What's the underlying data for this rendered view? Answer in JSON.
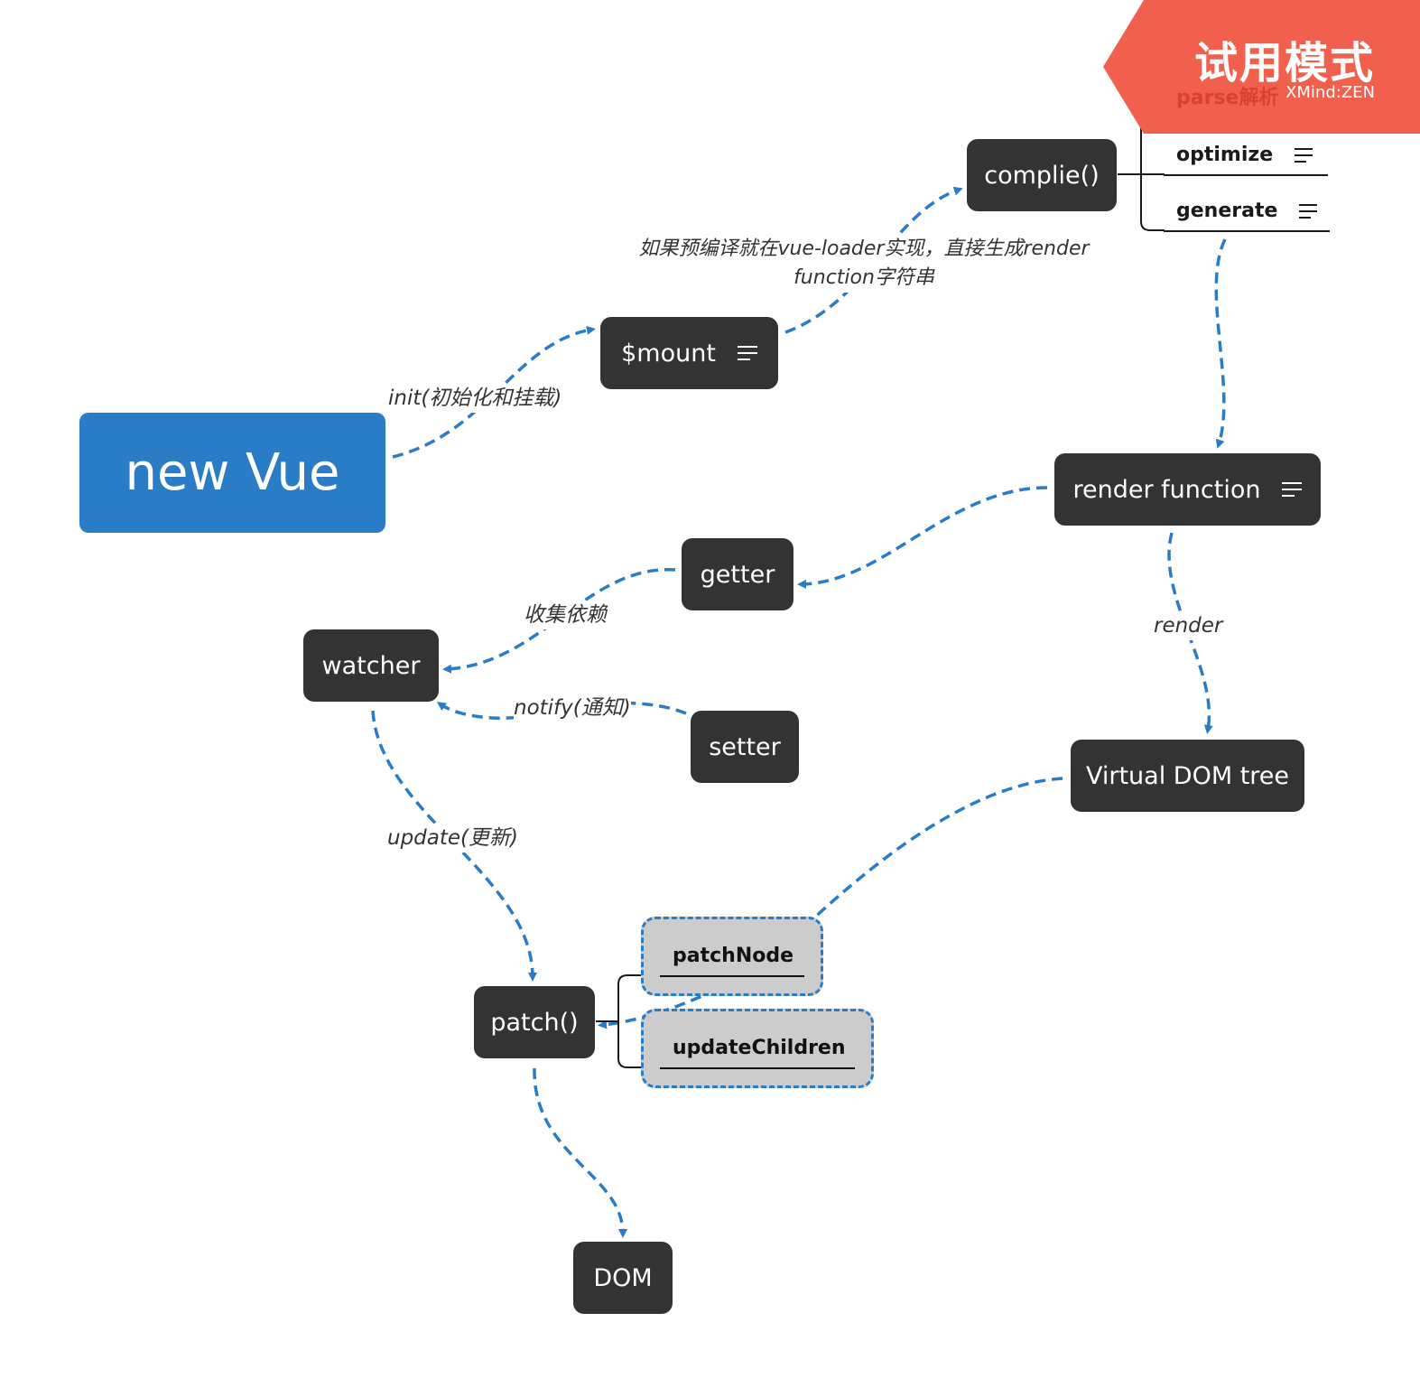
{
  "nodes": {
    "new_vue": "new Vue",
    "mount": "$mount",
    "compile": "complie()",
    "render_function": "render function",
    "getter": "getter",
    "watcher": "watcher",
    "setter": "setter",
    "virtual_dom": "Virtual DOM tree",
    "patch": "patch()",
    "dom": "DOM"
  },
  "subtopics": {
    "parse": "parse解析",
    "optimize": "optimize",
    "generate": "generate",
    "patch_node": "patchNode",
    "update_children": "updateChildren"
  },
  "edge_labels": {
    "init": "init(初始化和挂载)",
    "precompile_line1": "如果预编译就在vue-loader实现，直接生成render",
    "precompile_line2": "function字符串",
    "collect": "收集依赖",
    "notify": "notify(通知)",
    "render": "render",
    "update": "update(更新)"
  },
  "watermark": {
    "title": "试用模式",
    "brand": "XMind:ZEN"
  },
  "colors": {
    "node": "#333333",
    "root": "#2a7cc7",
    "arrow": "#2a7cc7",
    "watermark": "#f0604c",
    "highlight": "#cccccc"
  }
}
